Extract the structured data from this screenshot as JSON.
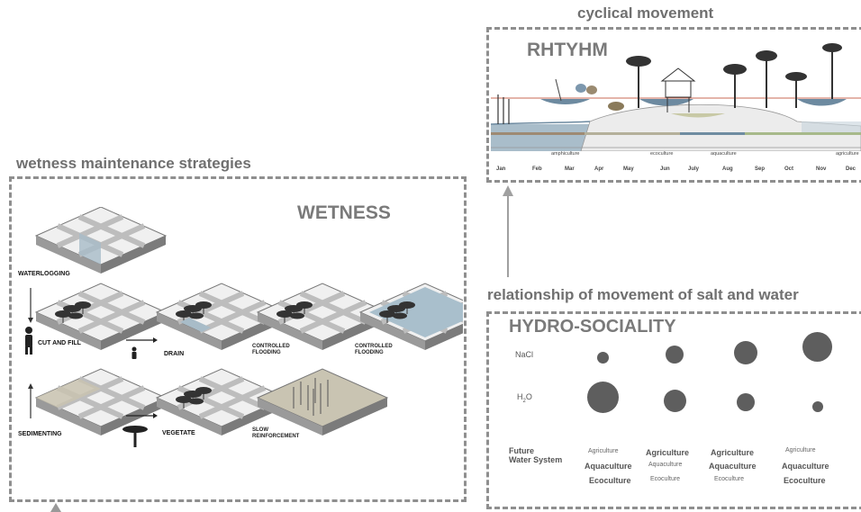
{
  "left_panel": {
    "section_title": "wetness maintenance strategies",
    "title": "WETNESS",
    "labels": {
      "waterlogging": "WATERLOGGING",
      "cut_and_fill": "CUT AND FILL",
      "drain": "DRAIN",
      "controlled_flooding_1": "CONTROLLED\nFLOODING",
      "controlled_flooding_2": "CONTROLLED\nFLOODING",
      "sedimenting": "SEDIMENTING",
      "vegetate": "VEGETATE",
      "slow_reinforcement": "SLOW\nREINFORCEMENT"
    }
  },
  "top_right_panel": {
    "section_title": "cyclical movement",
    "title": "RHTYHM",
    "seasons": [
      "amphiculture",
      "ecoculture",
      "aquaculture",
      "agriculture"
    ],
    "months": [
      "Jan",
      "Feb",
      "Mar",
      "Apr",
      "May",
      "Jun",
      "July",
      "Aug",
      "Sep",
      "Oct",
      "Nov",
      "Dec"
    ]
  },
  "bottom_right_panel": {
    "section_title": "relationship of movement of salt and water",
    "title": "HYDRO-SOCIALITY",
    "rows": {
      "nacl": "NaCl",
      "h2o_main": "H",
      "h2o_sub": "2",
      "h2o_tail": "O",
      "future": "Future\nWater System"
    },
    "future_columns": [
      [
        "Agriculture",
        "Aquaculture",
        "Ecoculture"
      ],
      [
        "Agriculture",
        "Aquaculture",
        "Ecoculture"
      ],
      [
        "Agriculture",
        "Aquaculture",
        "Ecoculture"
      ],
      [
        "Agriculture",
        "Aquaculture",
        "Ecoculture"
      ]
    ]
  }
}
